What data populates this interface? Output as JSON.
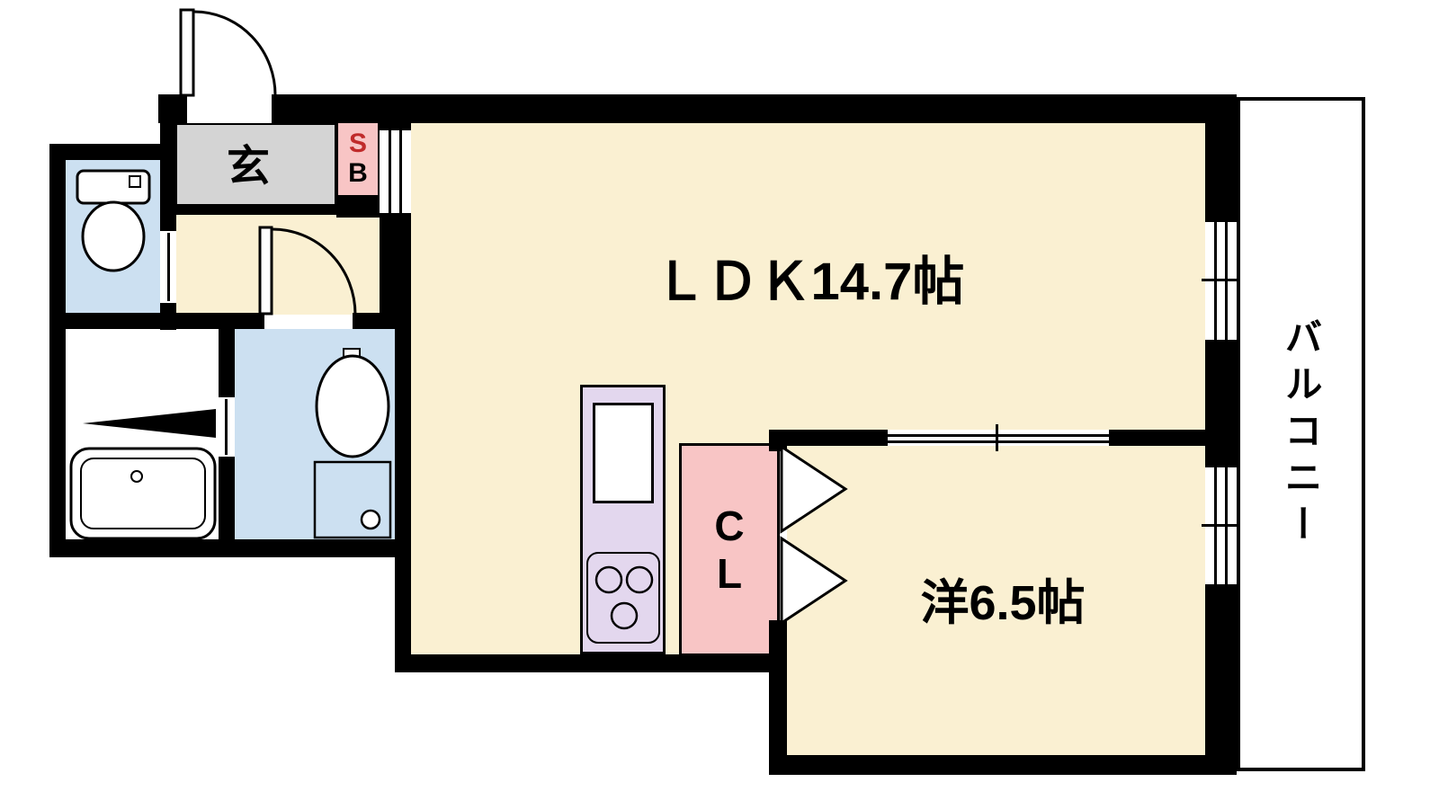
{
  "floorplan": {
    "rooms": {
      "ldk": {
        "label": "ＬＤＫ14.7帖"
      },
      "western": {
        "label": "洋6.5帖"
      },
      "balcony": {
        "label": "バルコニー"
      },
      "entrance": {
        "label": "玄"
      },
      "shoe_box": {
        "line1": "S",
        "line2": "B"
      },
      "closet": {
        "line1": "C",
        "line2": "L"
      }
    },
    "fixtures": [
      "toilet",
      "bathtub",
      "sink",
      "washing-machine-pan",
      "kitchen-sink",
      "stove",
      "entrance-door",
      "hallway-door",
      "closet-folding-doors",
      "bath-door-swing"
    ],
    "colors": {
      "wall": "#000000",
      "cream": "#FAF0D2",
      "blue": "#CCE0F1",
      "gray": "#D4D4D4",
      "pink": "#F8C5C5",
      "lavender": "#E3D7EE",
      "sb_s": "#C02A2A"
    }
  }
}
